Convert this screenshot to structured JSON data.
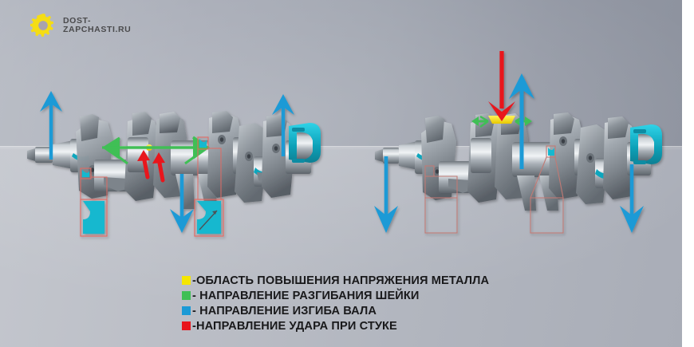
{
  "brand": {
    "icon": "gear-icon",
    "line1": "DOST-",
    "line2": "ZAPCHASTI.RU",
    "gear_color": "#f5dd14",
    "text_color": "#4a4a4c"
  },
  "legend": {
    "items": [
      {
        "color": "#f5e600",
        "label": "-ОБЛАСТЬ ПОВЫШЕНИЯ НАПРЯЖЕНИЯ МЕТАЛЛА",
        "meaning": "area-of-increased-metal-stress"
      },
      {
        "color": "#3fbf55",
        "label": "- НАПРАВЛЕНИЕ РАЗГИБАНИЯ ШЕЙКИ",
        "meaning": "direction-of-journal-unbending"
      },
      {
        "color": "#1b9ad6",
        "label": "- НАПРАВЛЕНИЕ ИЗГИБА ВАЛА",
        "meaning": "direction-of-shaft-bending"
      },
      {
        "color": "#e8151c",
        "label": "-НАПРАВЛЕНИЕ УДАРА ПРИ СТУКЕ",
        "meaning": "direction-of-impact-on-knock"
      }
    ]
  },
  "diagrams": [
    {
      "id": "left-crankshaft",
      "name": "crankshaft-diagram-left",
      "metal_color": "#9aa0a6",
      "highlight_color": "#18b8cf",
      "callout_border": "#e06a63",
      "arrows": [
        {
          "name": "blue-arrow-up-front",
          "color": "#1b9ad6",
          "direction": "up"
        },
        {
          "name": "blue-arrow-down-center",
          "color": "#1b9ad6",
          "direction": "down"
        },
        {
          "name": "blue-arrow-up-rear",
          "color": "#1b9ad6",
          "direction": "up"
        },
        {
          "name": "green-arrow-left",
          "color": "#3fbf55",
          "direction": "left"
        },
        {
          "name": "green-arrow-right",
          "color": "#3fbf55",
          "direction": "right"
        },
        {
          "name": "red-arrow-up-a",
          "color": "#e8151c",
          "direction": "up"
        },
        {
          "name": "red-arrow-up-b",
          "color": "#e8151c",
          "direction": "up"
        }
      ],
      "stress_dot": {
        "name": "yellow-stress-spot",
        "color": "#f5e600"
      },
      "callouts": [
        {
          "name": "callout-detail-fillet",
          "type": "fillet-radius"
        },
        {
          "name": "callout-detail-crack",
          "type": "crack-line"
        }
      ]
    },
    {
      "id": "right-crankshaft",
      "name": "crankshaft-diagram-right",
      "metal_color": "#9aa0a6",
      "highlight_color": "#18b8cf",
      "callout_border": "#c07a74",
      "arrows": [
        {
          "name": "blue-arrow-down-front",
          "color": "#1b9ad6",
          "direction": "down"
        },
        {
          "name": "blue-arrow-up-center",
          "color": "#1b9ad6",
          "direction": "up"
        },
        {
          "name": "blue-arrow-down-rear",
          "color": "#1b9ad6",
          "direction": "down"
        },
        {
          "name": "red-arrow-down-impact",
          "color": "#e8151c",
          "direction": "down"
        },
        {
          "name": "green-arrow-left",
          "color": "#3fbf55",
          "direction": "left"
        },
        {
          "name": "green-arrow-right",
          "color": "#3fbf55",
          "direction": "right"
        }
      ],
      "stress_band": {
        "name": "yellow-stress-band",
        "color": "#f5e600"
      },
      "callouts": [
        {
          "name": "callout-box-front",
          "type": "empty-frame"
        },
        {
          "name": "callout-box-rear",
          "type": "empty-frame"
        }
      ]
    }
  ]
}
